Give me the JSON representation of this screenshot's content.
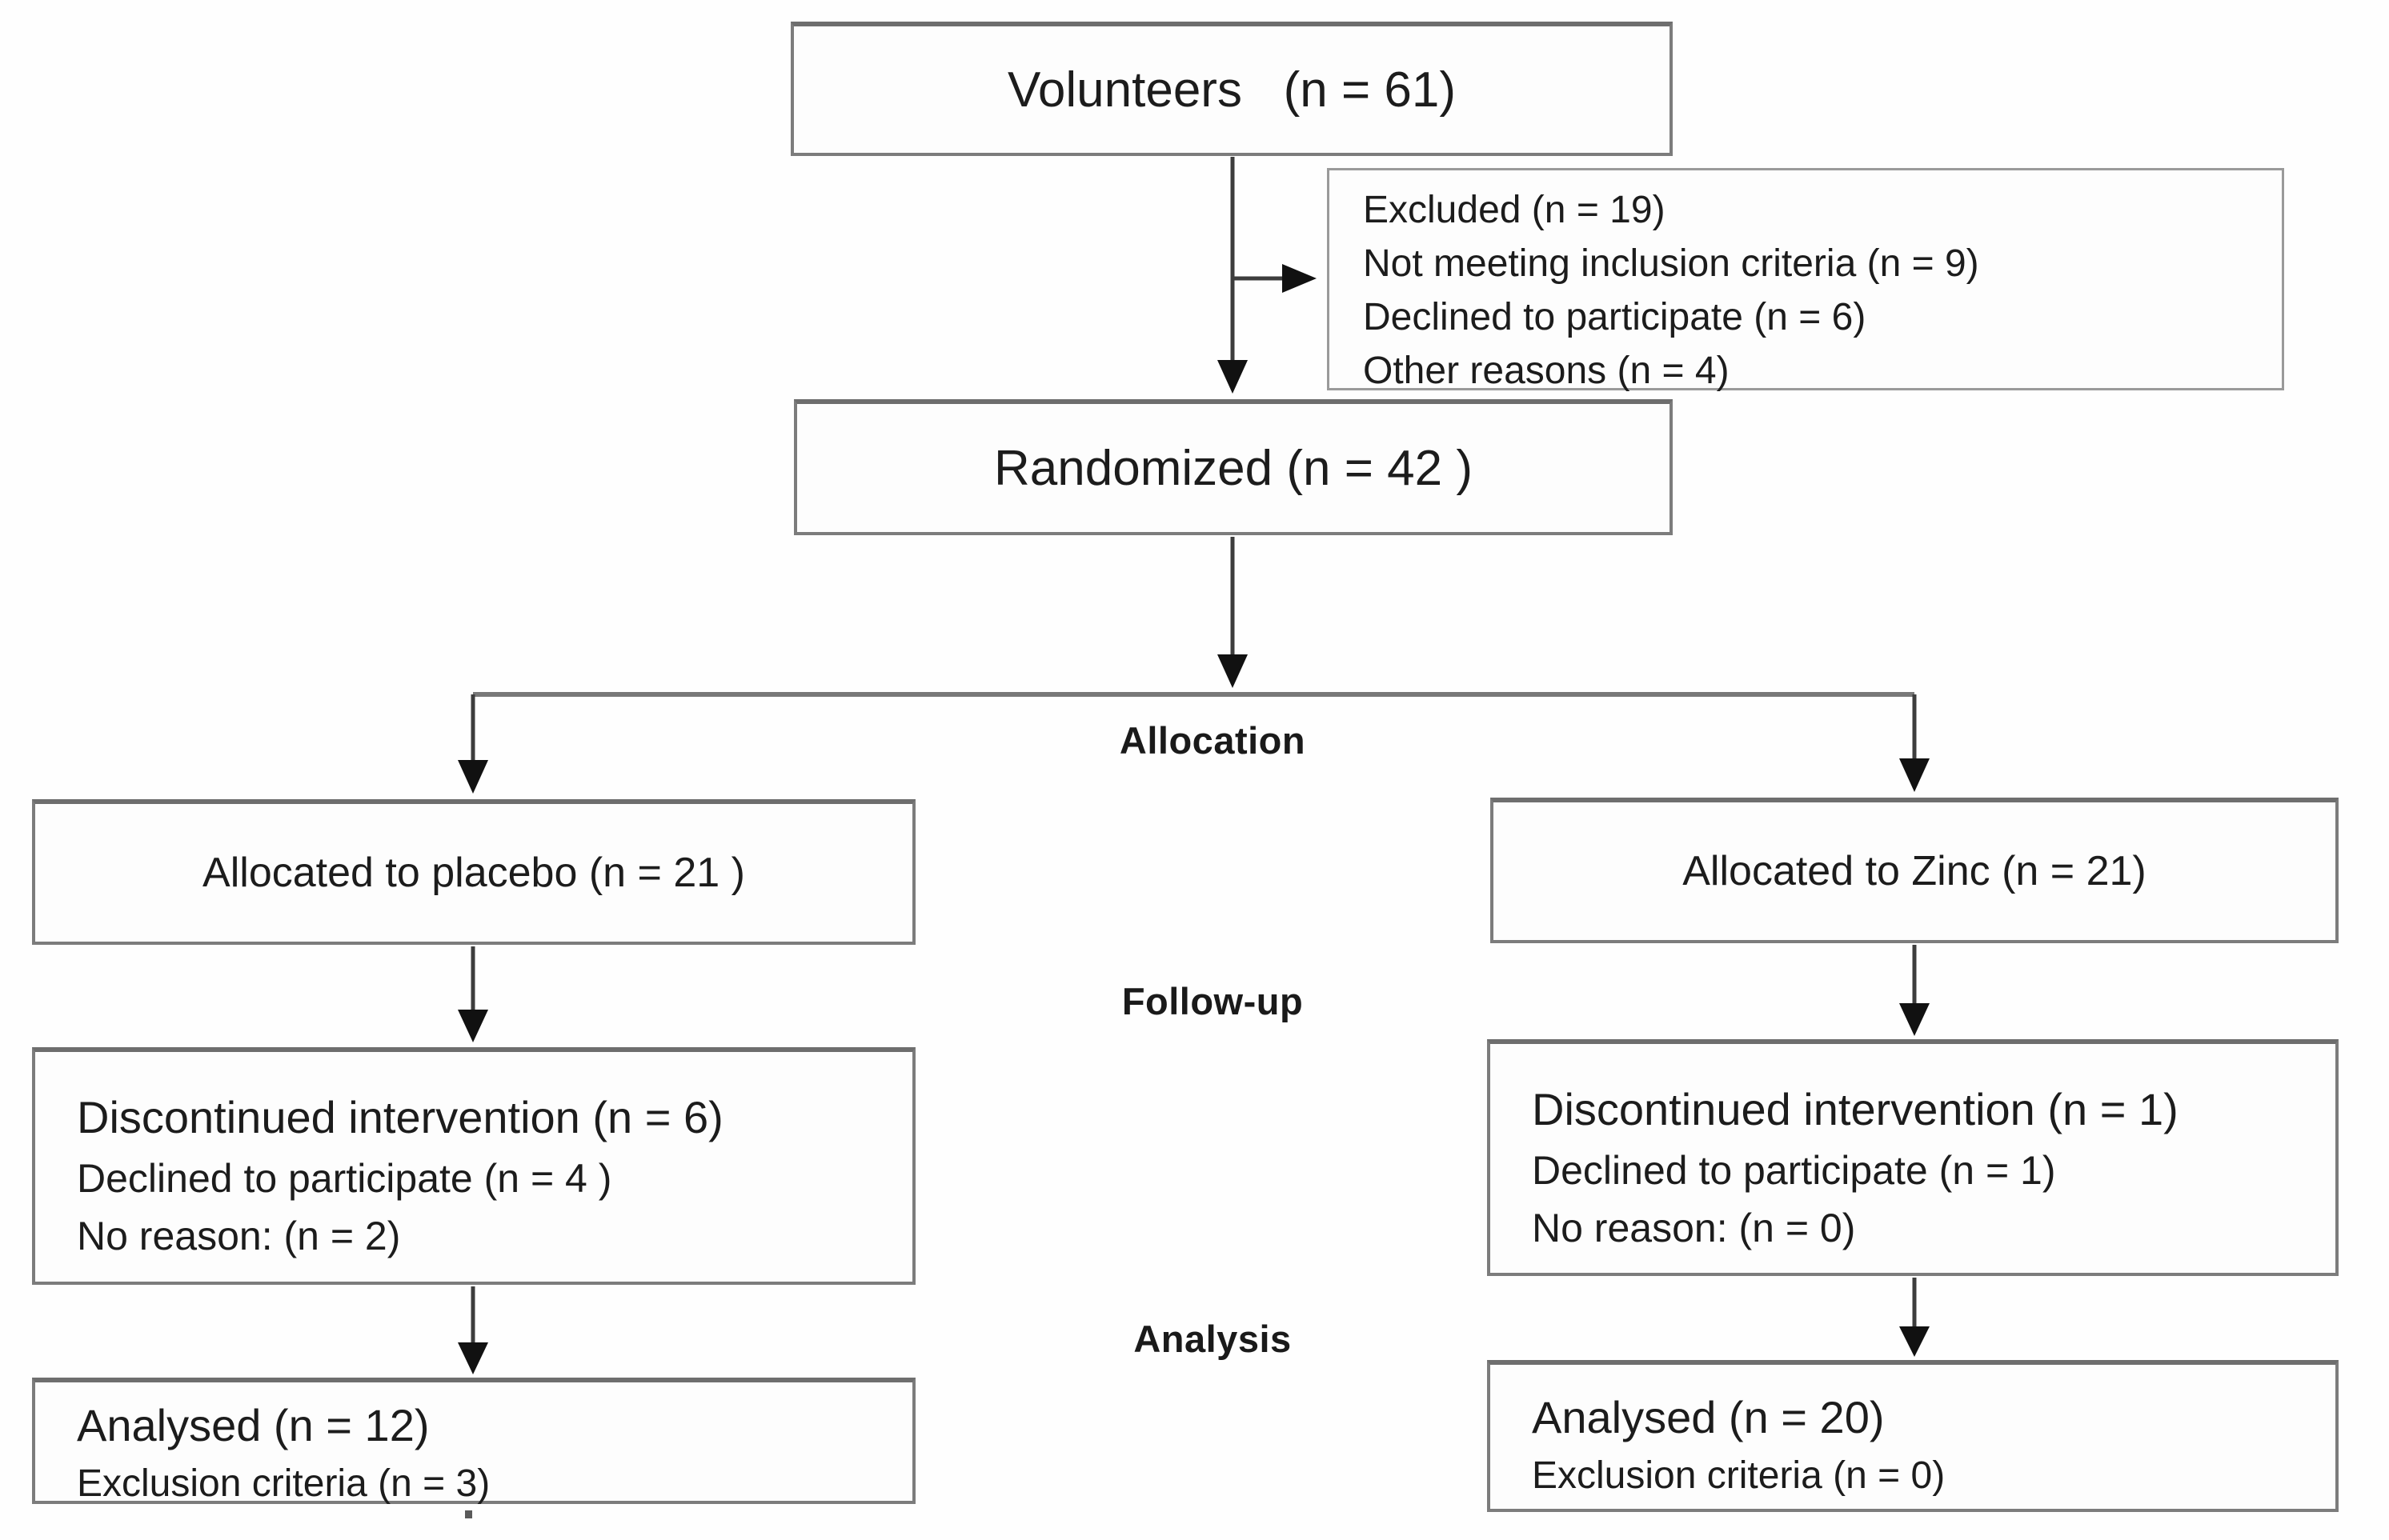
{
  "figure": {
    "type": "consort-flow-diagram",
    "boxes": {
      "volunteers": {
        "label": "Volunteers   (n = 61)"
      },
      "excluded": {
        "lines": [
          "Excluded (n = 19)",
          "Not meeting inclusion criteria (n = 9)",
          "Declined to participate (n = 6)",
          "Other reasons (n = 4)"
        ]
      },
      "randomized": {
        "label": "Randomized (n = 42 )"
      },
      "allocated_placebo": {
        "label": "Allocated to placebo (n = 21 )"
      },
      "allocated_zinc": {
        "label": "Allocated to Zinc (n = 21)"
      },
      "followup_placebo": {
        "title": "Discontinued intervention (n = 6)",
        "lines": [
          "Declined to participate (n = 4 )",
          "No reason: (n = 2)"
        ]
      },
      "followup_zinc": {
        "title": "Discontinued intervention (n = 1)",
        "lines": [
          "Declined to participate (n = 1)",
          "No reason: (n = 0)"
        ]
      },
      "analysis_placebo": {
        "title": "Analysed (n = 12)",
        "lines": [
          "Exclusion criteria (n = 3)"
        ]
      },
      "analysis_zinc": {
        "title": "Analysed (n = 20)",
        "lines": [
          "Exclusion criteria (n = 0)"
        ]
      }
    },
    "stage_labels": {
      "allocation": "Allocation",
      "followup": "Follow-up",
      "analysis": "Analysis"
    },
    "colors": {
      "background": "#ffffff",
      "box_border": "#7c7c7c",
      "excluded_border": "#9a9a9a",
      "text": "#1c1c1c",
      "connector_line": "#3d3d3d",
      "connector_horizontal": "#787878",
      "arrowhead": "#111111"
    }
  }
}
